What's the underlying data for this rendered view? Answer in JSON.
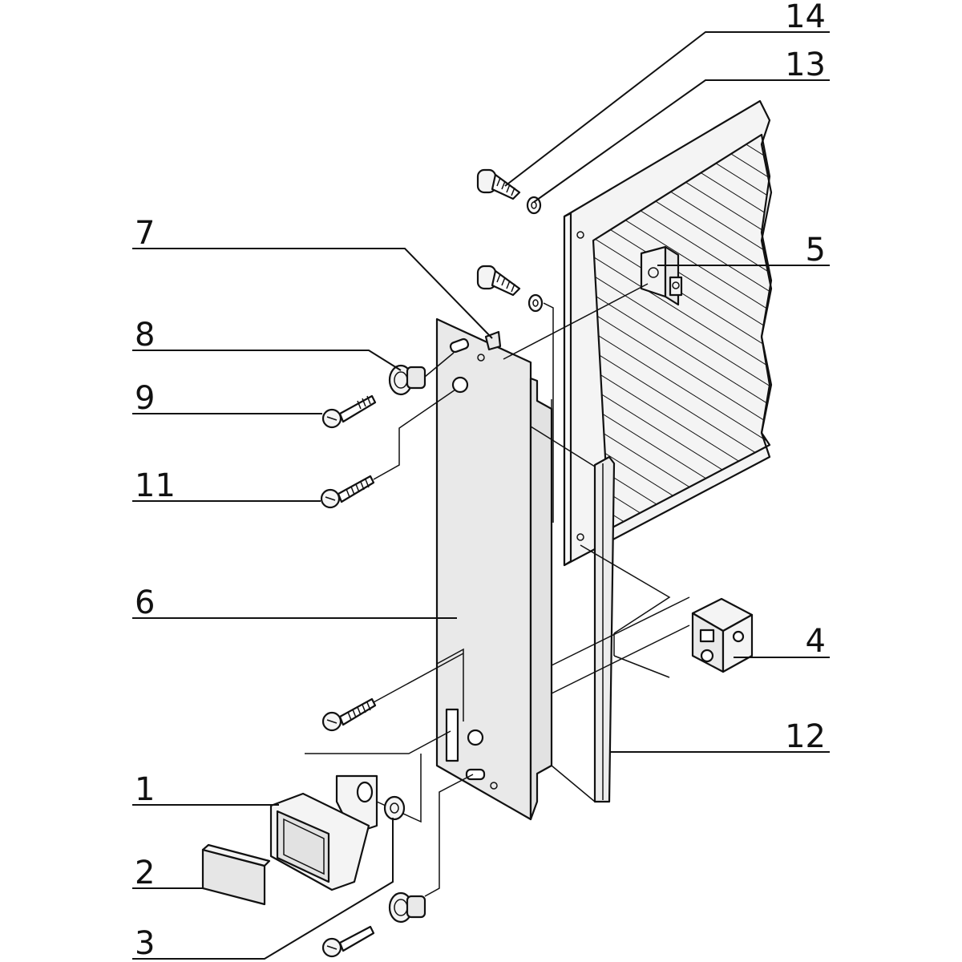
{
  "callouts": [
    {
      "id": "1",
      "label": "1"
    },
    {
      "id": "2",
      "label": "2"
    },
    {
      "id": "3",
      "label": "3"
    },
    {
      "id": "4",
      "label": "4"
    },
    {
      "id": "5",
      "label": "5"
    },
    {
      "id": "6",
      "label": "6"
    },
    {
      "id": "7",
      "label": "7"
    },
    {
      "id": "8",
      "label": "8"
    },
    {
      "id": "9",
      "label": "9"
    },
    {
      "id": "11",
      "label": "11"
    },
    {
      "id": "12",
      "label": "12"
    },
    {
      "id": "13",
      "label": "13"
    },
    {
      "id": "14",
      "label": "14"
    }
  ],
  "colors": {
    "line": "#111111",
    "panel_fill": "#e9e9e9",
    "board_fill": "#f4f4f4",
    "background": "#ffffff"
  }
}
